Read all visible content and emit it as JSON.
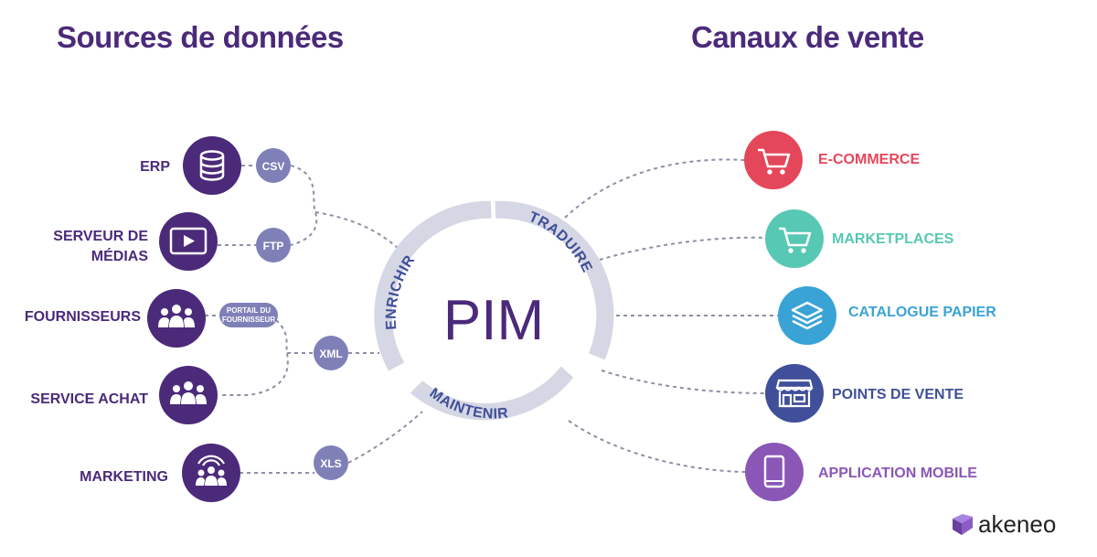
{
  "titles": {
    "sources": "Sources de données",
    "channels": "Canaux de vente"
  },
  "sources": [
    {
      "label": "ERP",
      "icon": "database-icon"
    },
    {
      "label1": "SERVEUR DE",
      "label2": "MÉDIAS",
      "icon": "video-player-icon"
    },
    {
      "label": "FOURNISSEURS",
      "icon": "people-group-icon"
    },
    {
      "label": "SERVICE ACHAT",
      "icon": "people-group-icon"
    },
    {
      "label": "MARKETING",
      "icon": "broadcast-people-icon"
    }
  ],
  "formats": {
    "csv": "CSV",
    "ftp": "FTP",
    "portail_line1": "PORTAIL DU",
    "portail_line2": "FOURNISSEUR",
    "xml": "XML",
    "xls": "XLS"
  },
  "hub": {
    "center": "PIM",
    "enrichir": "ENRICHIR",
    "traduire": "TRADUIRE",
    "maintenir": "MAINTENIR"
  },
  "channels": [
    {
      "label": "E-COMMERCE",
      "icon": "shopping-cart-icon",
      "color": "#e5475a"
    },
    {
      "label": "MARKETPLACES",
      "icon": "shopping-cart-icon",
      "color": "#57c8b4"
    },
    {
      "label": "CATALOGUE PAPIER",
      "icon": "layers-stack-icon",
      "color": "#3aa3d6"
    },
    {
      "label": "POINTS DE VENTE",
      "icon": "storefront-icon",
      "color": "#3f4f99"
    },
    {
      "label": "APPLICATION MOBILE",
      "icon": "smartphone-icon",
      "color": "#8a57b7"
    }
  ],
  "colors": {
    "primary": "#4b2a7a",
    "format_badge": "#8080b8",
    "ring": "#d6d7e4",
    "ring_text": "#3f4f99",
    "connector": "#8d8fa6"
  },
  "brand": {
    "name": "akeneo",
    "logo_icon": "akeneo-logo-icon"
  }
}
